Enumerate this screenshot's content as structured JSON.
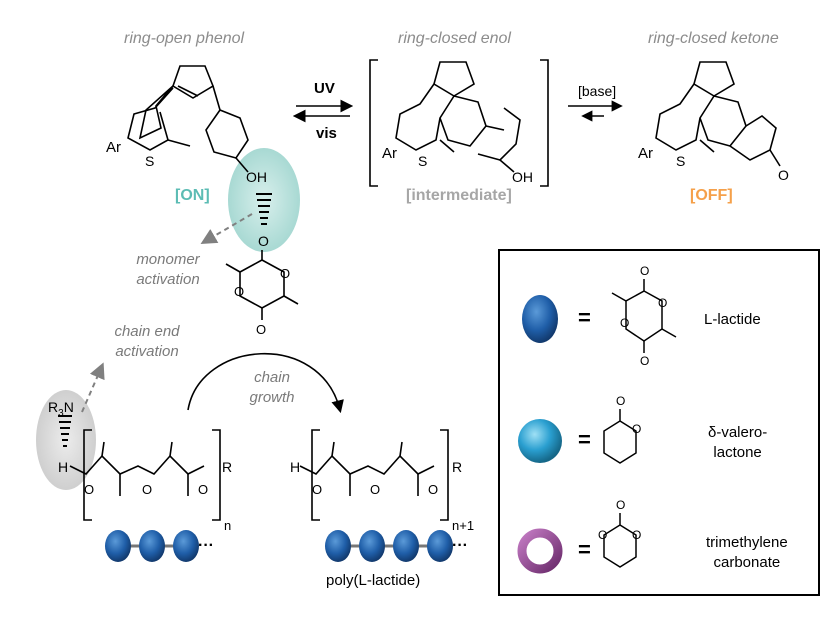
{
  "headers": {
    "open": "ring-open phenol",
    "enol": "ring-closed enol",
    "ketone": "ring-closed ketone"
  },
  "arrows": {
    "uv": "UV",
    "vis": "vis",
    "base": "[base]"
  },
  "states": {
    "on": "[ON]",
    "intermediate": "[intermediate]",
    "off": "[OFF]",
    "on_color": "#5cbcb4",
    "inter_color": "#a6a6a6",
    "off_color": "#f5a04a"
  },
  "atoms": {
    "ar": "Ar",
    "s": "S",
    "oh": "OH",
    "o": "O",
    "h": "H",
    "r3n": "R",
    "r3n_sub": "3",
    "r3n_n": "N",
    "r": "R",
    "n": "n",
    "n1": "n+1",
    "ellipsis": "···"
  },
  "notes": {
    "monomer_activation": "monomer activation",
    "chain_end_activation": "chain end activation",
    "chain_growth": "chain growth"
  },
  "polymer_label": "poly(L-lactide)",
  "legend": {
    "eq": "=",
    "items": [
      {
        "label": "L-lactide",
        "shape": "ellipse",
        "color": "#1f5ea8"
      },
      {
        "label": "δ-valero-\nlactone",
        "shape": "sphere",
        "color": "#2a9fd0"
      },
      {
        "label": "trimethylene\ncarbonate",
        "shape": "torus",
        "color": "#8e3f8f"
      }
    ]
  }
}
